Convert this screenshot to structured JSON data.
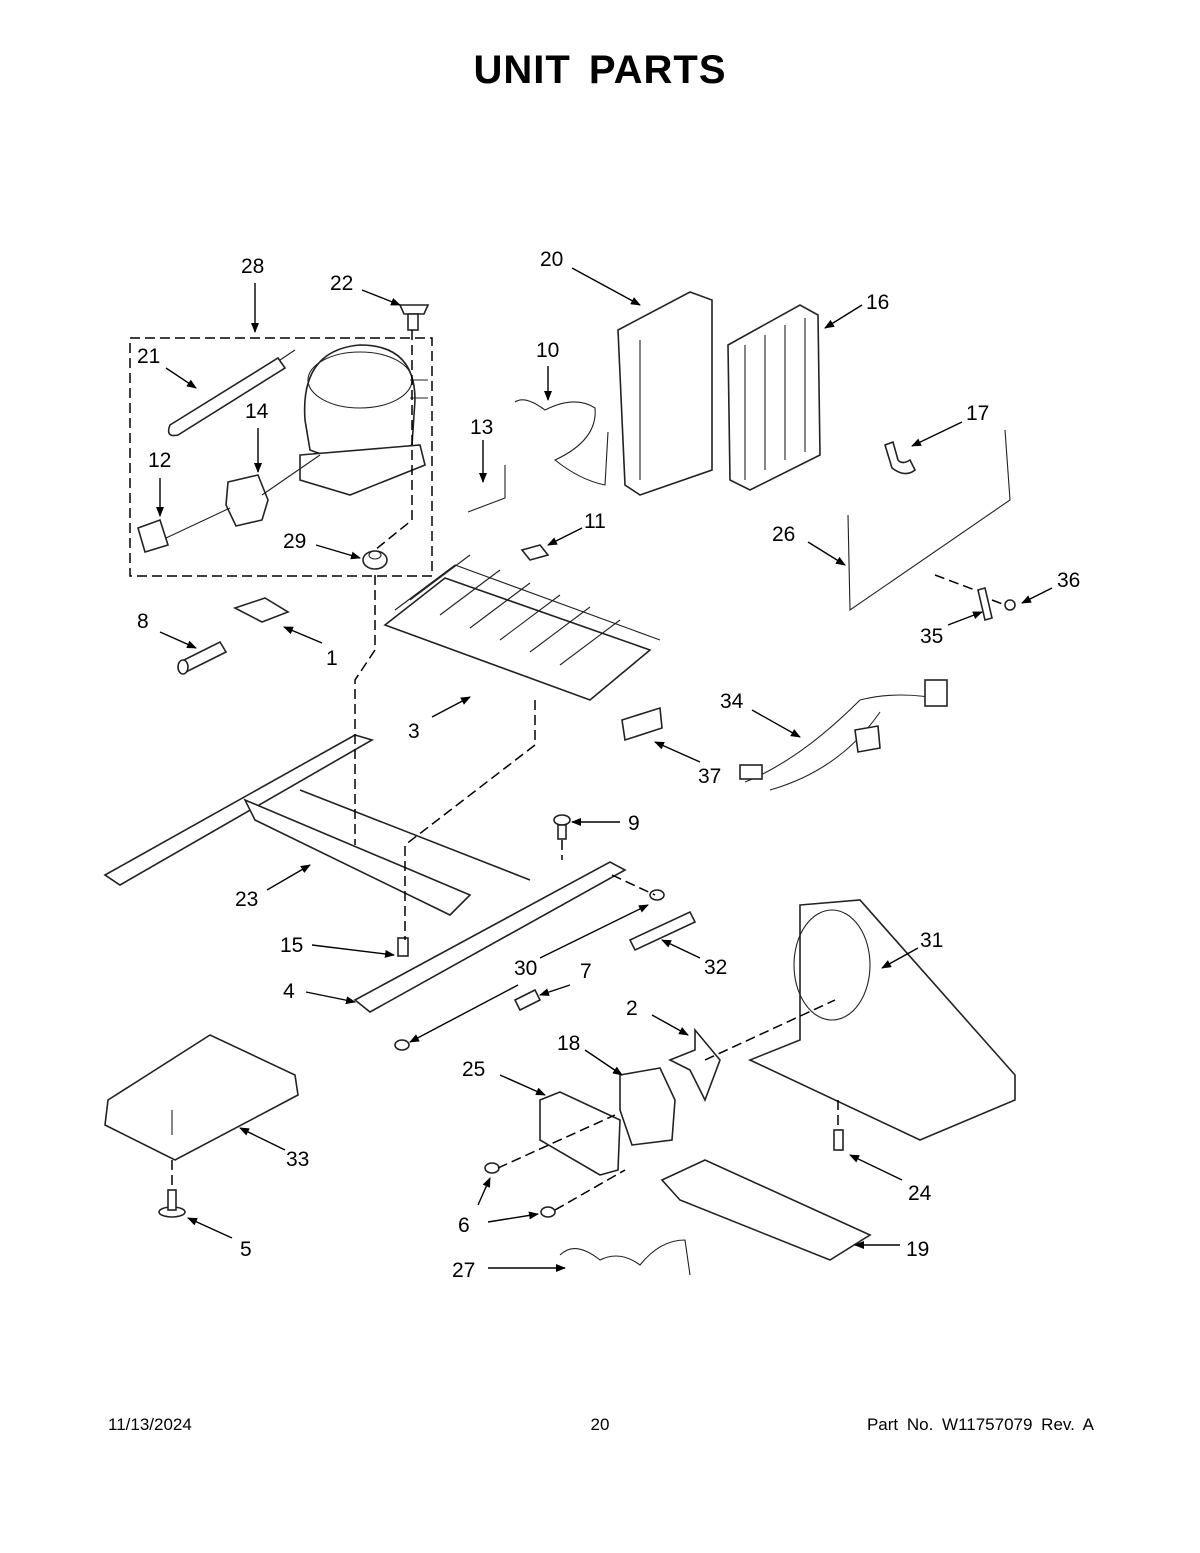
{
  "title": "UNIT PARTS",
  "footer": {
    "date": "11/13/2024",
    "page": "20",
    "part_number": "Part No.  W11757079  Rev.  A"
  },
  "callouts": {
    "c1": "1",
    "c2": "2",
    "c3": "3",
    "c4": "4",
    "c5": "5",
    "c6": "6",
    "c7": "7",
    "c8": "8",
    "c9": "9",
    "c10": "10",
    "c11": "11",
    "c12": "12",
    "c13": "13",
    "c14": "14",
    "c15": "15",
    "c16": "16",
    "c17": "17",
    "c18": "18",
    "c19": "19",
    "c20": "20",
    "c21": "21",
    "c22": "22",
    "c23": "23",
    "c24": "24",
    "c25": "25",
    "c26": "26",
    "c27": "27",
    "c28": "28",
    "c29": "29",
    "c30": "30",
    "c31": "31",
    "c32": "32",
    "c33": "33",
    "c34": "34",
    "c35": "35",
    "c36": "36",
    "c37": "37"
  }
}
